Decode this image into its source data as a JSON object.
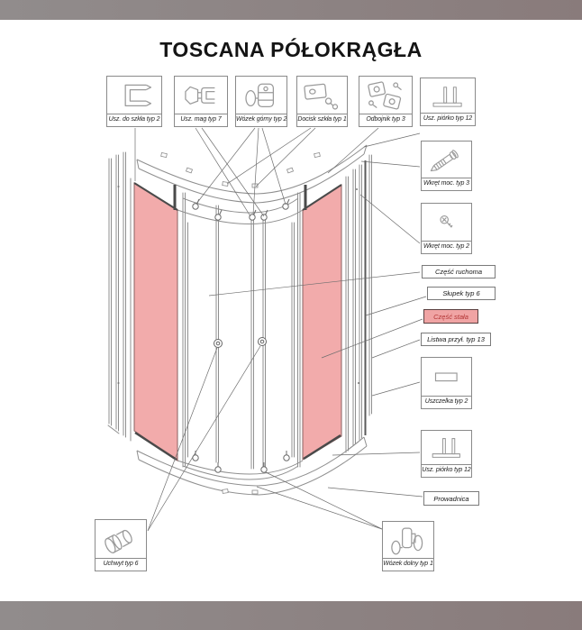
{
  "title": "TOSCANA PÓŁOKRĄGŁA",
  "colors": {
    "top_band": "#908b8b",
    "bottom_band": "#897b7b",
    "panel_fill": "#f2abab",
    "highlight_bg": "#f0a4a4",
    "highlight_text": "#b23434",
    "line_art": "#8f8f8f"
  },
  "top_row": {
    "usz_do_szkla": {
      "label": "Usz. do szkła typ 2",
      "icon": "c-profile-gasket-icon"
    },
    "usz_mag": {
      "label": "Usz. mag typ 7",
      "icon": "magnetic-gasket-icon"
    },
    "wozek_gorny": {
      "label": "Wózek górny typ 2",
      "icon": "top-roller-icon"
    },
    "docisk": {
      "label": "Docisk szkła typ 1",
      "icon": "glass-clamp-icon"
    },
    "odbojnik": {
      "label": "Odbojnik typ 3",
      "icon": "bumper-plates-icon"
    },
    "usz_piorko_top": {
      "label": "Usz. piórko typ 12",
      "icon": "feather-gasket-icon"
    }
  },
  "right_column": {
    "wkret3": {
      "label": "Wkręt moc. typ 3",
      "icon": "screw-large-icon"
    },
    "wkret2": {
      "label": "Wkręt moc. typ 2",
      "icon": "screw-small-icon"
    },
    "czesc_ruchoma": {
      "label": "Część ruchoma"
    },
    "slupek": {
      "label": "Słupek typ 6"
    },
    "czesc_stala": {
      "label": "Część stała",
      "highlighted": true
    },
    "listwa": {
      "label": "Listwa przył. typ 13"
    },
    "uszczelka": {
      "label": "Uszczelka typ 2",
      "icon": "rect-seal-icon"
    },
    "usz_piorko_bottom": {
      "label": "Usz. piórko typ 12",
      "icon": "feather-gasket-icon"
    },
    "prowadnica": {
      "label": "Prowadnica"
    }
  },
  "bottom_row": {
    "uchwyt": {
      "label": "Uchwyt typ 6",
      "icon": "knob-handle-icon"
    },
    "wozek_dolny": {
      "label": "Wózek dolny typ 1",
      "icon": "bottom-roller-icon"
    }
  }
}
